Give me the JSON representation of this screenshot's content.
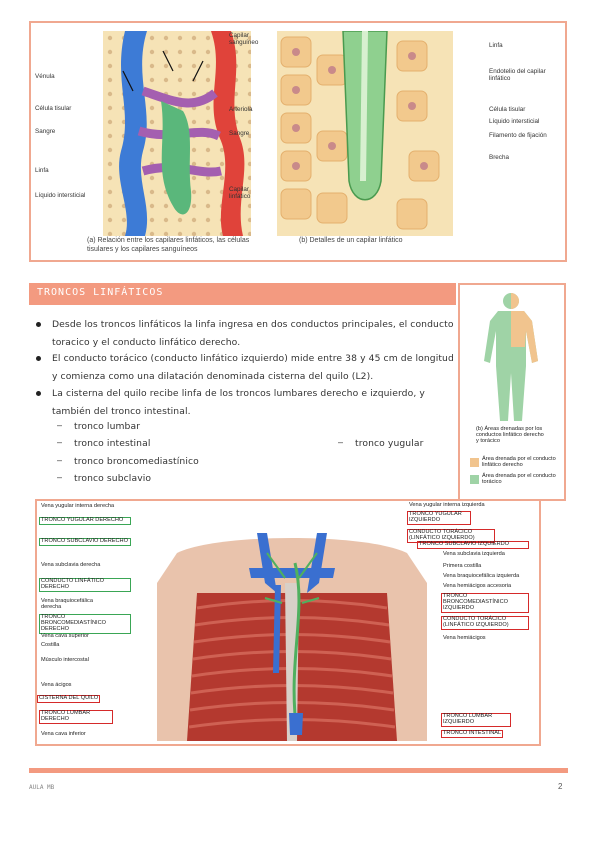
{
  "figure1": {
    "left_labels": [
      "Vénula",
      "Célula tisular",
      "Sangre",
      "Linfa",
      "Líquido intersticial"
    ],
    "capilar_sanguineo": "Capilar sanguíneo",
    "arteriola": "Arteriola",
    "sangre_right": "Sangre",
    "capilar_linfatico": "Capilar linfático",
    "right_labels": [
      "Linfa",
      "Endotelio del capilar linfático",
      "Célula tisular",
      "Líquido intersticial",
      "Filamento de fijación",
      "Brecha"
    ],
    "caption_a": "(a) Relación entre los capilares linfáticos, las células tisulares y los capilares sanguíneos",
    "caption_b": "(b) Detalles de un capilar linfático"
  },
  "section": {
    "title": "Troncos linfáticos",
    "bullets": [
      "Desde los troncos linfáticos la linfa ingresa en dos conductos principales, el conducto toracico y el conducto linfático derecho.",
      "El conducto torácico (conducto linfático izquierdo) mide entre 38 y 45 cm de longitud y comienza como una dilatación denominada cisterna del quilo (L2).",
      "La cisterna del quilo recibe linfa de los troncos lumbares derecho e izquierdo, y también del tronco intestinal."
    ],
    "sub_items": [
      "tronco lumbar",
      "tronco intestinal",
      "tronco broncomediastínico",
      "tronco subclavio"
    ],
    "sub_item_right": "tronco yugular"
  },
  "body_figure": {
    "caption": "(b) Áreas drenadas por los conductos linfático derecho y torácico",
    "legend": [
      {
        "label": "Área drenada por el conducto linfático derecho",
        "color": "#f1c48e"
      },
      {
        "label": "Área drenada por el conducto torácico",
        "color": "#9fd3a6"
      }
    ]
  },
  "anatomy": {
    "left_labels": [
      {
        "text": "Vena yugular interna derecha",
        "box": "none"
      },
      {
        "text": "TRONCO YUGULAR DERECHO",
        "box": "green"
      },
      {
        "text": "TRONCO SUBCLAVIO DERECHO",
        "box": "green"
      },
      {
        "text": "Vena subclavia derecha",
        "box": "none"
      },
      {
        "text": "CONDUCTO LINFÁTICO DERECHO",
        "box": "green"
      },
      {
        "text": "Vena braquiocefálica derecha",
        "box": "none"
      },
      {
        "text": "TRONCO BRONCOMEDIASTÍNICO DERECHO",
        "box": "green"
      },
      {
        "text": "Vena cava superior",
        "box": "none"
      },
      {
        "text": "Costilla",
        "box": "none"
      },
      {
        "text": "Músculo intercostal",
        "box": "none"
      },
      {
        "text": "Vena ácigos",
        "box": "none"
      },
      {
        "text": "CISTERNA DEL QUILO",
        "box": "red"
      },
      {
        "text": "TRONCO LUMBAR DERECHO",
        "box": "red"
      },
      {
        "text": "Vena cava inferior",
        "box": "none"
      }
    ],
    "right_labels": [
      {
        "text": "Vena yugular interna izquierda",
        "box": "none"
      },
      {
        "text": "TRONCO YUGULAR IZQUIERDO",
        "box": "red"
      },
      {
        "text": "CONDUCTO TORÁCICO (LINFÁTICO IZQUIERDO)",
        "box": "red"
      },
      {
        "text": "TRONCO SUBCLAVIO IZQUIERDO",
        "box": "red"
      },
      {
        "text": "Vena subclavia izquierda",
        "box": "none"
      },
      {
        "text": "Primera costilla",
        "box": "none"
      },
      {
        "text": "Vena braquiocefálica izquierda",
        "box": "none"
      },
      {
        "text": "Vena hemiácigos accesoria",
        "box": "none"
      },
      {
        "text": "TRONCO BRONCOMEDIASTÍNICO IZQUIERDO",
        "box": "red"
      },
      {
        "text": "CONDUCTO TORÁCICO (LINFÁTICO IZQUIERDO)",
        "box": "red"
      },
      {
        "text": "Vena hemiácigos",
        "box": "none"
      },
      {
        "text": "TRONCO LUMBAR IZQUIERDO",
        "box": "red"
      },
      {
        "text": "TRONCO INTESTINAL",
        "box": "red"
      }
    ]
  },
  "footer": {
    "left": "AULA MB",
    "page": "2"
  },
  "colors": {
    "accent": "#f0a890",
    "header_bar": "#f39a80",
    "green_box": "#3aa655",
    "red_box": "#d52a2a"
  }
}
